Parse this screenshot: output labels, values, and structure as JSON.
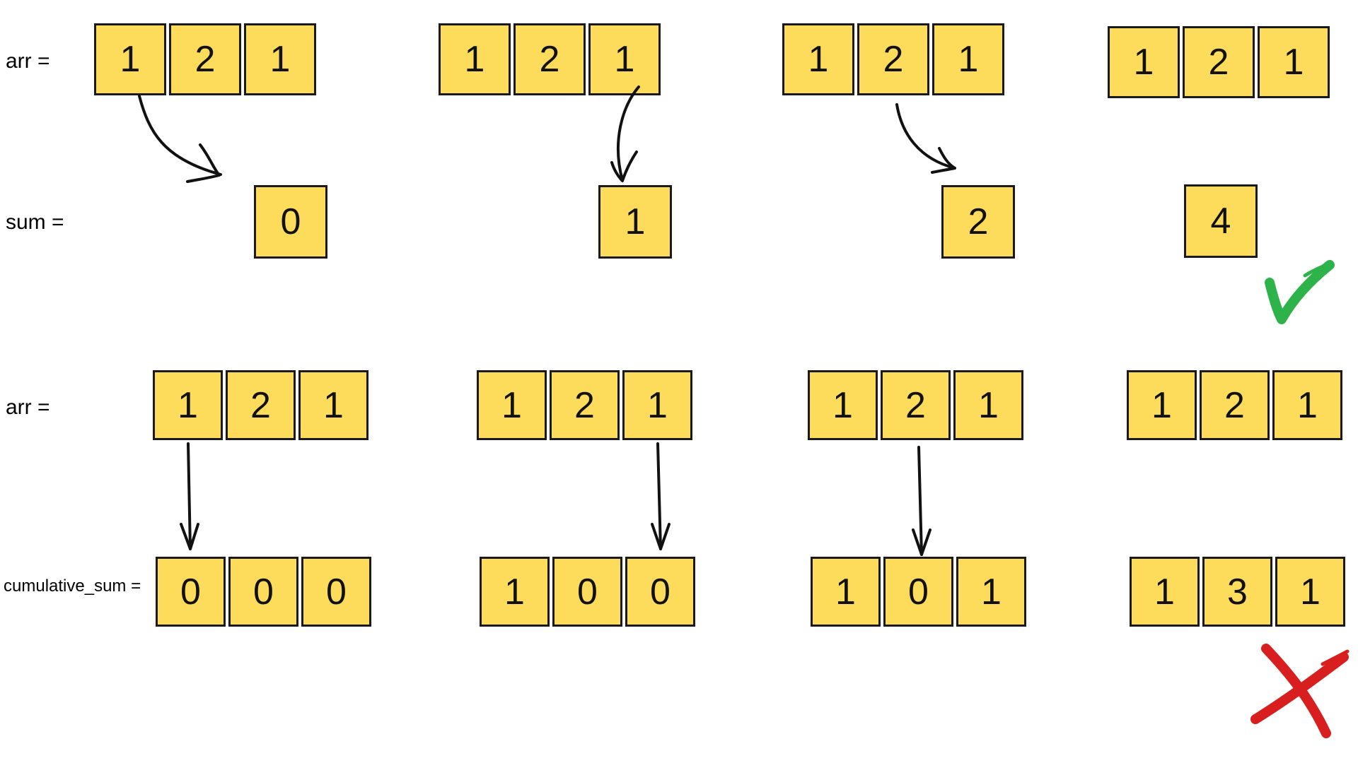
{
  "labels": {
    "arr_top": "arr =",
    "sum": "sum =",
    "arr_bottom": "arr =",
    "cumulative_sum": "cumulative_sum ="
  },
  "top_section": {
    "steps": [
      {
        "arr": [
          "1",
          "2",
          "1"
        ],
        "sum": "0"
      },
      {
        "arr": [
          "1",
          "2",
          "1"
        ],
        "sum": "1"
      },
      {
        "arr": [
          "1",
          "2",
          "1"
        ],
        "sum": "2"
      },
      {
        "arr": [
          "1",
          "2",
          "1"
        ],
        "sum": "4"
      }
    ],
    "result_mark": "check-icon"
  },
  "bottom_section": {
    "steps": [
      {
        "arr": [
          "1",
          "2",
          "1"
        ],
        "cumulative_sum": [
          "0",
          "0",
          "0"
        ]
      },
      {
        "arr": [
          "1",
          "2",
          "1"
        ],
        "cumulative_sum": [
          "1",
          "0",
          "0"
        ]
      },
      {
        "arr": [
          "1",
          "2",
          "1"
        ],
        "cumulative_sum": [
          "1",
          "0",
          "1"
        ]
      },
      {
        "arr": [
          "1",
          "2",
          "1"
        ],
        "cumulative_sum": [
          "1",
          "3",
          "1"
        ]
      }
    ],
    "result_mark": "cross-icon"
  },
  "colors": {
    "cell_fill": "#FDDC5C",
    "cell_border": "#1a1a1a",
    "check": "#2DB34A",
    "cross": "#D81E1E"
  }
}
